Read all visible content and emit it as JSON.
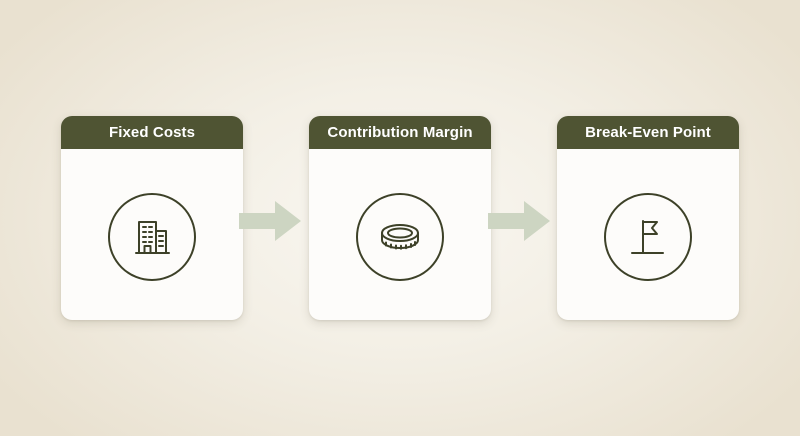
{
  "steps": [
    {
      "label": "Fixed Costs",
      "icon": "building-icon"
    },
    {
      "label": "Contribution Margin",
      "icon": "coin-icon"
    },
    {
      "label": "Break-Even Point",
      "icon": "flag-icon"
    }
  ],
  "colors": {
    "header": "#4f5433",
    "icon_stroke": "#3d4128",
    "arrow": "#cdd5c2",
    "card": "#fdfcfa",
    "background": "#f3efe5"
  }
}
